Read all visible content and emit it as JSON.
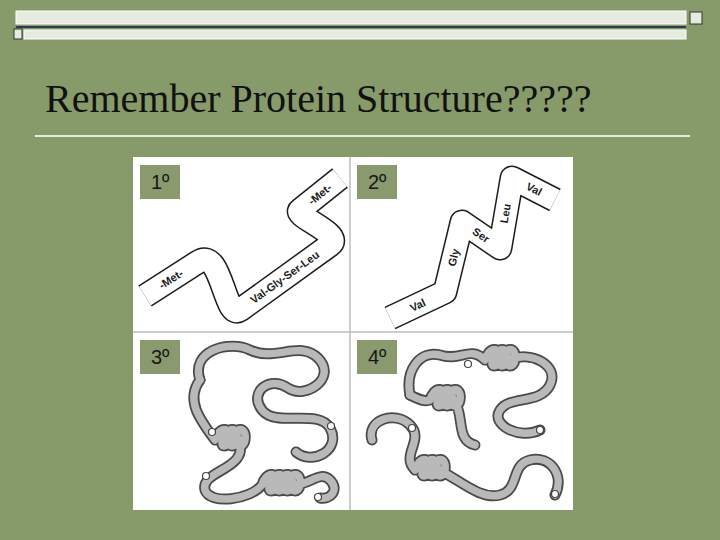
{
  "diagram": {
    "title": "Remember Protein Structure?????",
    "nodes": [
      {
        "text": [
          "1º"
        ]
      },
      {
        "text": [
          "2º"
        ]
      },
      {
        "text": [
          "3º"
        ]
      },
      {
        "text": [
          "4º"
        ]
      }
    ],
    "labels": [
      "-Met-",
      "-Met-",
      "Val-Gly-Ser-Leu",
      "Val",
      "Leu",
      "Ser",
      "Gly",
      "Val"
    ]
  }
}
